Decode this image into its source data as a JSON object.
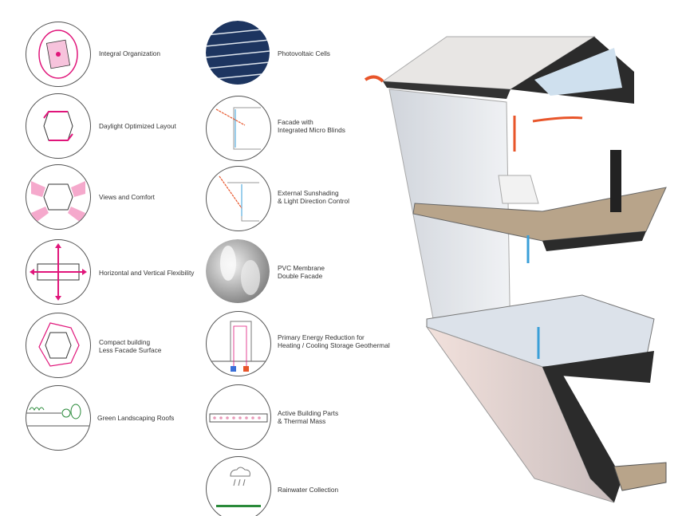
{
  "left_column": [
    {
      "label": "Integral Organization",
      "icon": "integral-organization-icon"
    },
    {
      "label": "Daylight Optimized Layout",
      "icon": "daylight-layout-icon"
    },
    {
      "label": "Views and Comfort",
      "icon": "views-comfort-icon"
    },
    {
      "label": "Horizontal and Vertical Flexibility",
      "icon": "flexibility-icon"
    },
    {
      "label_line1": "Compact building",
      "label_line2": "Less Facade Surface",
      "icon": "compact-building-icon"
    },
    {
      "label": "Green Landscaping Roofs",
      "icon": "green-roof-icon"
    }
  ],
  "middle_column": [
    {
      "label": "Photovoltaic Cells",
      "icon": "photovoltaic-icon"
    },
    {
      "label_line1": "Facade with",
      "label_line2": "Integrated Micro Blinds",
      "icon": "micro-blinds-icon"
    },
    {
      "label_line1": "External Sunshading",
      "label_line2": "& Light Direction Control",
      "icon": "sunshading-icon"
    },
    {
      "label_line1": "PVC Membrane",
      "label_line2": "Double Facade",
      "icon": "pvc-membrane-icon"
    },
    {
      "label_line1": "Primary Energy Reduction for",
      "label_line2": "Heating / Cooling Storage Geothermal",
      "icon": "geothermal-icon"
    },
    {
      "label_line1": "Active Building Parts",
      "label_line2": "& Thermal Mass",
      "icon": "thermal-mass-icon"
    },
    {
      "label": "Rainwater Collection",
      "icon": "rainwater-icon"
    }
  ],
  "colors": {
    "accent": "#e0157a",
    "pv": "#1d3560",
    "arrow": "#e8552a",
    "blue": "#3a9fd8",
    "green": "#2a8a3a"
  }
}
